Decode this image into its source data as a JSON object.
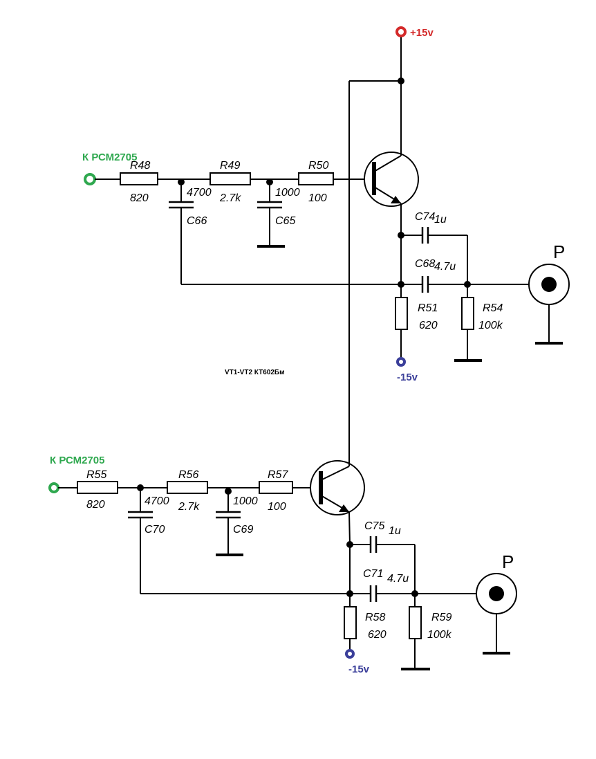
{
  "colors": {
    "positive_rail": "#d42a2a",
    "negative_rail": "#3b3f9a",
    "input": "#2fa84f",
    "wire": "#000000"
  },
  "transistor_note": "VT1-VT2 КТ602Бм",
  "upper": {
    "input_label": "К РСМ2705",
    "positive_supply": "+15v",
    "negative_supply": "-15v",
    "output_label": "P",
    "r_in": {
      "name": "R48",
      "value": "820"
    },
    "r_mid": {
      "name": "R49",
      "value": "2.7k"
    },
    "r_base": {
      "name": "R50",
      "value": "100"
    },
    "c_shunt1": {
      "name": "C66",
      "value": "4700"
    },
    "c_shunt2": {
      "name": "C65",
      "value": "1000"
    },
    "c_top": {
      "name": "C74",
      "value": "1u"
    },
    "c_bottom": {
      "name": "C68",
      "value": "4.7u"
    },
    "r_emitter": {
      "name": "R51",
      "value": "620"
    },
    "r_out": {
      "name": "R54",
      "value": "100k"
    }
  },
  "lower": {
    "input_label": "К РСМ2705",
    "negative_supply": "-15v",
    "output_label": "P",
    "r_in": {
      "name": "R55",
      "value": "820"
    },
    "r_mid": {
      "name": "R56",
      "value": "2.7k"
    },
    "r_base": {
      "name": "R57",
      "value": "100"
    },
    "c_shunt1": {
      "name": "C70",
      "value": "4700"
    },
    "c_shunt2": {
      "name": "C69",
      "value": "1000"
    },
    "c_top": {
      "name": "C75",
      "value": "1u"
    },
    "c_bottom": {
      "name": "C71",
      "value": "4.7u"
    },
    "r_emitter": {
      "name": "R58",
      "value": "620"
    },
    "r_out": {
      "name": "R59",
      "value": "100k"
    }
  }
}
